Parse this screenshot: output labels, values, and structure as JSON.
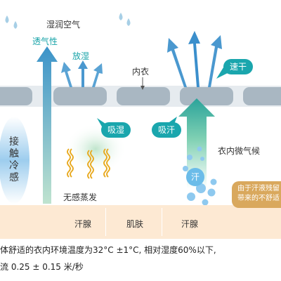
{
  "labels": {
    "humid_air": "湿润空气",
    "breathability": "透气性",
    "moisture_release": "放湿",
    "innerwear": "内衣",
    "quick_dry": "速干",
    "moisture_absorb": "吸湿",
    "sweat_absorb": "吸汗",
    "contact_cool": "接触冷感",
    "microclimate": "衣内微气候",
    "sweat": "汗",
    "insensible_evaporation": "无感蒸发",
    "sweat_gland_left": "汗腺",
    "skin": "肌肤",
    "sweat_gland_right": "汗腺"
  },
  "note": {
    "line1": "由于汗液残留",
    "line2": "带来的不舒适"
  },
  "caption": {
    "line1": "体舒适的衣内环境温度为32°C ±1°C, 相对湿度60%以下,",
    "line2": "流 0.25 ± 0.15 米/秒"
  },
  "colors": {
    "teal": "#1aa6ad",
    "fabric_gray": "#a9b7c2",
    "skin": "#fde9d3",
    "note_brown": "#d9a85d"
  }
}
